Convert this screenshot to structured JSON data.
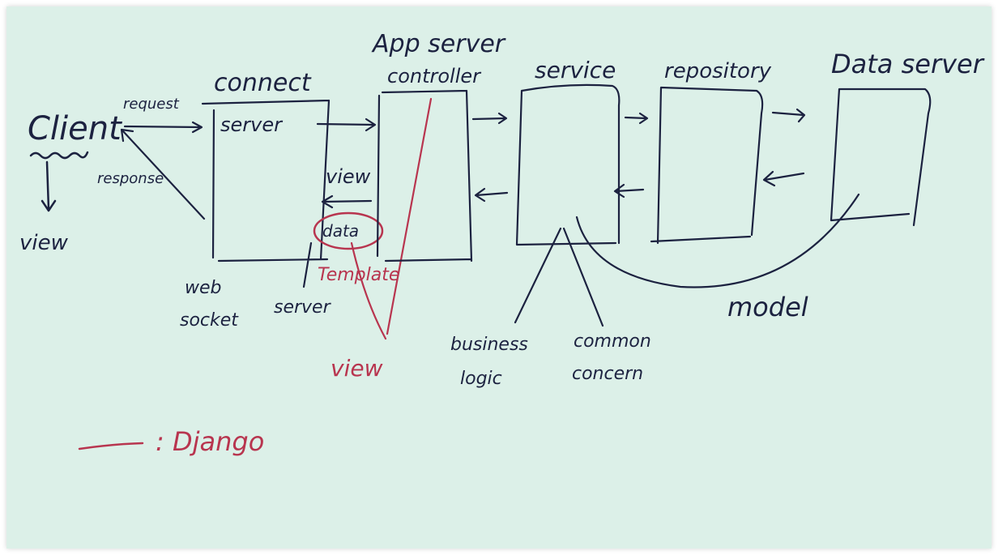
{
  "colors": {
    "background": "#dcf0e8",
    "ink": "#1c2240",
    "django": "#b8354f"
  },
  "labels": {
    "client": "Client",
    "view_client": "view",
    "request": "request",
    "response": "response",
    "connect": "connect",
    "server_box": "server",
    "web_socket_1": "web",
    "web_socket_2": "socket",
    "server_bottom": "server",
    "view_mid": "view",
    "data": "data",
    "template": "Template",
    "view_red": "view",
    "app_server": "App server",
    "controller": "controller",
    "service": "service",
    "business_1": "business",
    "business_2": "logic",
    "common_1": "common",
    "common_2": "concern",
    "repository": "repository",
    "data_server": "Data server",
    "model": "model",
    "legend_text": ": Django"
  }
}
